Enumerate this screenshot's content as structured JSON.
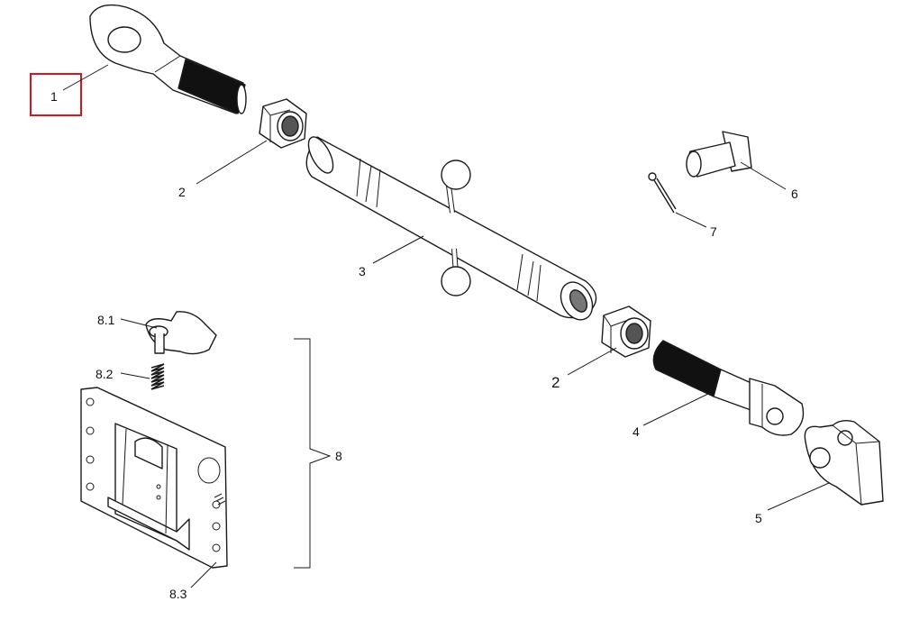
{
  "diagram": {
    "callouts": {
      "c1": "1",
      "c2a": "2",
      "c2b": "2",
      "c3": "3",
      "c4": "4",
      "c5": "5",
      "c6": "6",
      "c7": "7",
      "c8": "8",
      "c81": "8.1",
      "c82": "8.2",
      "c83": "8.3"
    },
    "highlight_color": "#d9141c",
    "highlighted_callout": "1"
  }
}
